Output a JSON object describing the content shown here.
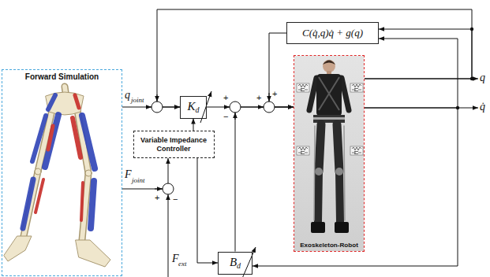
{
  "diagram": {
    "nodes": [
      {
        "text": [
          "Forward Simulation"
        ]
      },
      {
        "text": [
          "C(q̇,q)q̇ + g(q)"
        ]
      },
      {
        "text": [
          "K",
          "d"
        ]
      },
      {
        "text": [
          "Variable Impedance Controller"
        ]
      },
      {
        "text": [
          "Exoskeleton-Robot"
        ]
      },
      {
        "text": [
          "B",
          "d"
        ]
      }
    ],
    "edges": [
      {
        "from": 0,
        "to": 2,
        "arrow": "to"
      },
      {
        "from": 4,
        "to": 2,
        "arrow": "to"
      },
      {
        "from": 0,
        "to": 3,
        "arrow": "to"
      },
      {
        "from": 3,
        "to": 2,
        "arrow": "to"
      },
      {
        "from": 3,
        "to": 5,
        "arrow": "to"
      },
      {
        "from": 2,
        "to": 4,
        "arrow": "to"
      },
      {
        "from": 5,
        "to": 4,
        "arrow": "to"
      },
      {
        "from": 1,
        "to": 4,
        "arrow": "to"
      },
      {
        "from": 4,
        "to": 1,
        "arrow": "to"
      },
      {
        "from": 4,
        "to": 1,
        "arrow": "to"
      },
      {
        "from": 4,
        "to": 5,
        "arrow": "to"
      }
    ],
    "labels": [
      "q",
      "joint",
      "F",
      "joint",
      "F",
      "ext",
      "q",
      "q̇",
      "+",
      "−",
      "+",
      "+",
      "+",
      "−"
    ]
  }
}
